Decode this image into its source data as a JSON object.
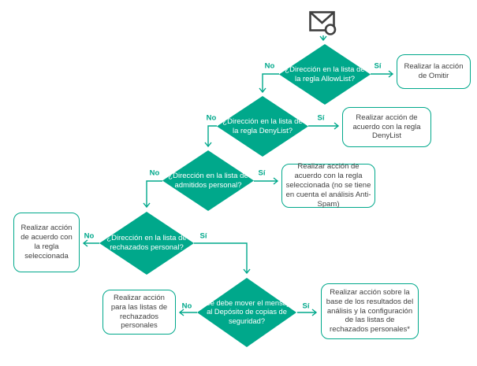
{
  "colors": {
    "accent_teal": "#00A88B",
    "text_dark": "#3F3F3F",
    "diamond_text": "#FFFFFF",
    "canvas_bg": "#FFFFFF"
  },
  "flowchart": {
    "start_icon": "email-message",
    "decisions": [
      {
        "id": "allowlist",
        "label": "¿Dirección en la lista de la regla AllowList?"
      },
      {
        "id": "denylist",
        "label": "¿Dirección en la lista de la regla DenyList?"
      },
      {
        "id": "admitidos-personal",
        "label": "¿Dirección en la lista de admitidos personal?"
      },
      {
        "id": "rechazados-personal",
        "label": "¿Dirección en la lista de rechazados personal?"
      },
      {
        "id": "deposito-copias",
        "label": "¿Se debe mover el mensaje al Depósito de copias de seguridad?"
      }
    ],
    "actions": [
      {
        "id": "omitir",
        "label": "Realizar la acción de Omitir"
      },
      {
        "id": "accion-denylist",
        "label": "Realizar acción de acuerdo con la regla DenyList"
      },
      {
        "id": "accion-regla-seleccionada-sin-antispam",
        "label": "Realizar acción de acuerdo con la regla seleccionada (no se tiene en cuenta el análisis Anti-Spam)"
      },
      {
        "id": "accion-regla-seleccionada",
        "label": "Realizar acción de acuerdo con la regla seleccionada"
      },
      {
        "id": "accion-listas-rechazados",
        "label": "Realizar acción para las listas de rechazados personales"
      },
      {
        "id": "accion-resultados-analisis",
        "label": "Realizar acción sobre la base de los resultados del análisis y la configuración de las listas de rechazados personales*"
      }
    ],
    "edges": [
      {
        "from": "mensaje",
        "to": "allowlist",
        "label": ""
      },
      {
        "from": "allowlist",
        "to": "omitir",
        "label": "Sí"
      },
      {
        "from": "allowlist",
        "to": "denylist",
        "label": "No"
      },
      {
        "from": "denylist",
        "to": "accion-denylist",
        "label": "Sí"
      },
      {
        "from": "denylist",
        "to": "admitidos-personal",
        "label": "No"
      },
      {
        "from": "admitidos-personal",
        "to": "accion-regla-seleccionada-sin-antispam",
        "label": "Sí"
      },
      {
        "from": "admitidos-personal",
        "to": "rechazados-personal",
        "label": "No"
      },
      {
        "from": "rechazados-personal",
        "to": "accion-regla-seleccionada",
        "label": "No"
      },
      {
        "from": "rechazados-personal",
        "to": "deposito-copias",
        "label": "Sí"
      },
      {
        "from": "deposito-copias",
        "to": "accion-listas-rechazados",
        "label": "No"
      },
      {
        "from": "deposito-copias",
        "to": "accion-resultados-analisis",
        "label": "Sí"
      }
    ]
  }
}
